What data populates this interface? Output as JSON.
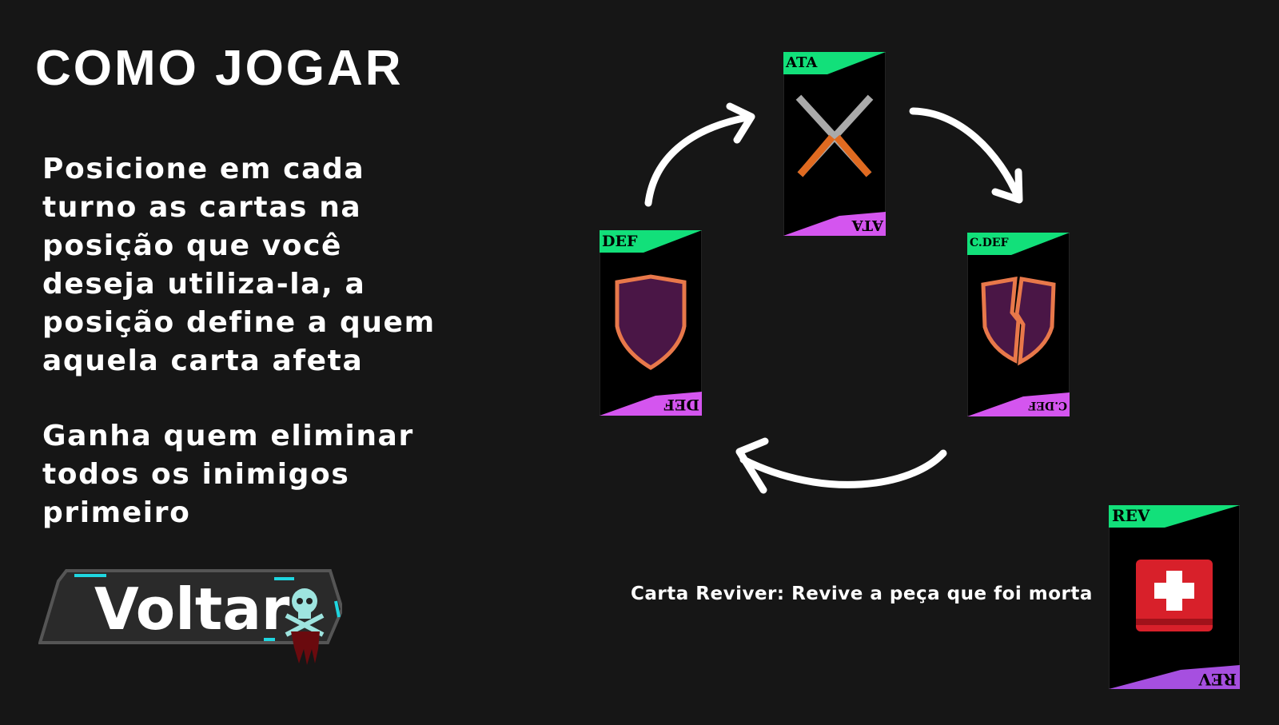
{
  "title": "COMO JOGAR",
  "instructions": {
    "placement": "Posicione em cada turno as cartas na posição que você deseja utiliza-la, a posição define a quem aquela carta afeta",
    "win_condition": "Ganha quem eliminar todos os inimigos primeiro"
  },
  "cards": {
    "attack": {
      "label": "ATA",
      "icon": "crossed-rifles-icon"
    },
    "defense": {
      "label": "DEF",
      "icon": "shield-icon"
    },
    "counter_defense": {
      "label": "C.DEF",
      "icon": "broken-shield-icon"
    },
    "revive": {
      "label": "REV",
      "icon": "medkit-icon"
    }
  },
  "revive_description": "Carta Reviver: Revive a peça que foi morta",
  "back_button": {
    "label": "Voltar",
    "icon": "skull-crossbones-icon"
  },
  "colors": {
    "background": "#161616",
    "card_top": "#12e07a",
    "card_bottom": "#d455ef",
    "button_accent": "#1fd6e0"
  }
}
